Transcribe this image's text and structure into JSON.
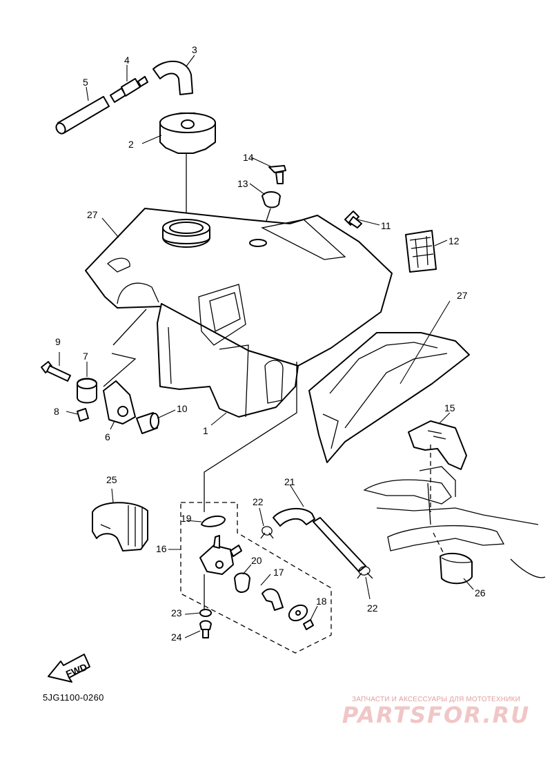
{
  "diagram": {
    "code": "5JG1100-0260",
    "fwd_label": "FWD",
    "watermark_caption": "ЗАПЧАСТИ И АКСЕССУАРЫ ДЛЯ МОТОТЕХНИКИ",
    "watermark_logo": "PARTSFOR.RU",
    "callouts": [
      "1",
      "2",
      "3",
      "4",
      "5",
      "6",
      "7",
      "8",
      "9",
      "10",
      "11",
      "12",
      "13",
      "14",
      "15",
      "16",
      "17",
      "18",
      "19",
      "20",
      "21",
      "22",
      "22",
      "23",
      "24",
      "25",
      "26",
      "27",
      "27"
    ]
  }
}
